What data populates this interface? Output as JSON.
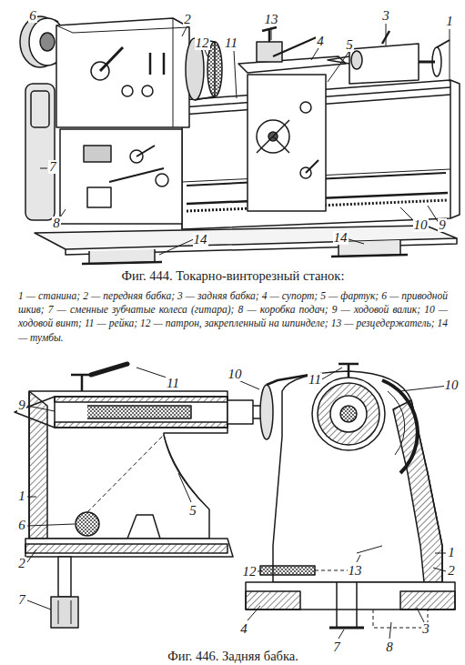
{
  "diagram": {
    "labels": [
      "6",
      "2",
      "12",
      "11",
      "13",
      "4",
      "5",
      "3",
      "1",
      "7",
      "8",
      "14",
      "14",
      "10",
      "9",
      "Фиг. 444. Токарно-винторезный станок:",
      "1 — станина; 2 — передняя бабка; 3 — задняя бабка; 4 — супорт; 5 — фартук; 6 — приводной шкив; 7 — сменные зубчатые колеса (гитара); 8 — коробка подач; 9 — ходовой валик; 10 — ходовой винт; 11 — рейка; 12 — патрон, закрепленный на шпинделе; 13 — резцедержатель; 14 — тумбы.",
      "11",
      "10",
      "9",
      "1",
      "6",
      "5",
      "2",
      "7",
      "11",
      "10",
      "12",
      "13",
      "1",
      "2",
      "4",
      "7",
      "8",
      "3",
      "Фиг. 446. Задняя бабка."
    ]
  }
}
